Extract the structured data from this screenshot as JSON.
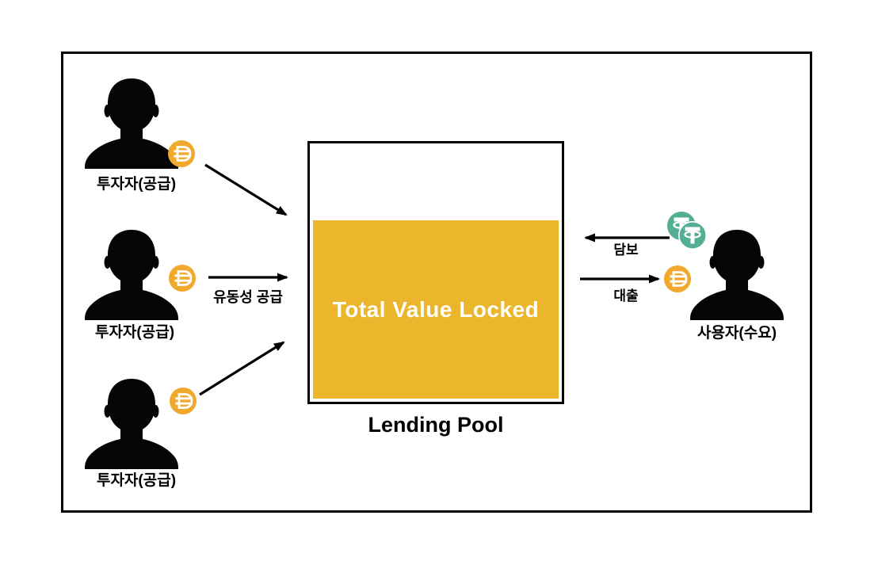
{
  "diagram_title": "Lending Pool",
  "pool": {
    "tvl_label": "Total Value Locked",
    "caption": "Lending Pool"
  },
  "investors": [
    {
      "label": "투자자(공급)"
    },
    {
      "label": "투자자(공급)"
    },
    {
      "label": "투자자(공급)"
    }
  ],
  "borrower": {
    "label": "사용자(수요)"
  },
  "flows": {
    "liquidity_supply": {
      "label": "유동성 공급",
      "direction": "left-to-pool"
    },
    "collateral": {
      "label": "담보",
      "direction": "user-to-pool"
    },
    "loan": {
      "label": "대출",
      "direction": "pool-to-user"
    }
  },
  "icons": {
    "investor_coin": "dai-coin",
    "loan_coin": "dai-coin",
    "collateral_coins": "tether-coin-pair"
  },
  "colors": {
    "pool_fill": "#EBB62B",
    "dai_gold": "#F0A92D",
    "tether_green": "#53AE94",
    "silhouette": "#050505",
    "border": "#000000",
    "tvl_text": "#FFFFFF"
  }
}
